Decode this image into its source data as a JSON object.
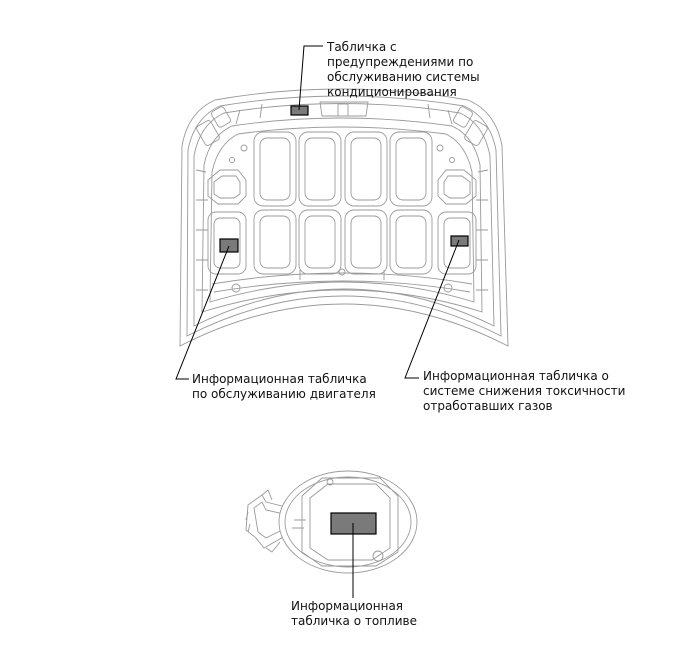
{
  "callouts": {
    "ac_label": {
      "line1": "Табличка с",
      "line2": "предупреждениями по",
      "line3": "обслуживанию системы",
      "line4": "кондиционирования"
    },
    "engine_label": {
      "line1": "Информационная табличка",
      "line2": "по обслуживанию двигателя"
    },
    "emission_label": {
      "line1": "Информационная табличка о",
      "line2": "системе снижения токсичности",
      "line3": "отработавших газов"
    },
    "fuel_label": {
      "line1": "Информационная",
      "line2": "табличка о топливе"
    }
  },
  "colors": {
    "outline": "#9a9a9a",
    "plate_fill": "#7a7a7a",
    "leader": "#000000"
  }
}
